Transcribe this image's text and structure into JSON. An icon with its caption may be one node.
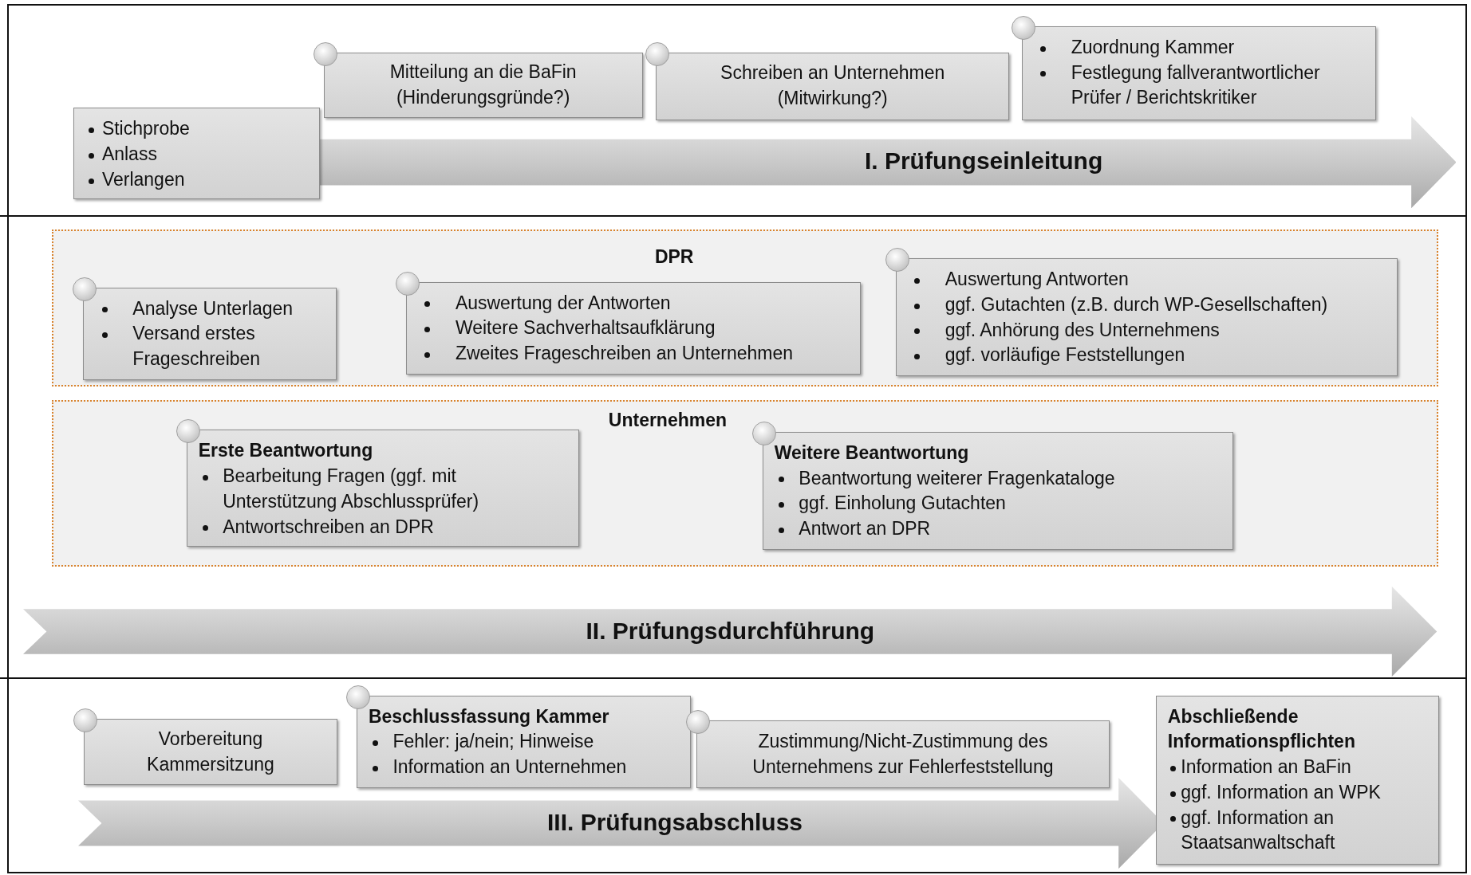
{
  "diagram": {
    "nodes": [
      {
        "text": [
          "I. Prüfungseinleitung"
        ]
      },
      {
        "text": [
          "Stichprobe",
          "Anlass",
          "Verlangen"
        ]
      },
      {
        "text": [
          "Mitteilung an die BaFin (Hinderungsgründe?)"
        ]
      },
      {
        "text": [
          "Schreiben an Unternehmen (Mitwirkung?)"
        ]
      },
      {
        "text": [
          "Zuordnung Kammer",
          "Festlegung fallverantwortlicher Prüfer / Berichtskritiker"
        ]
      },
      {
        "text": [
          "DPR"
        ]
      },
      {
        "text": [
          "Analyse Unterlagen",
          "Versand erstes Frageschreiben"
        ],
        "in": 5
      },
      {
        "text": [
          "Auswertung der Antworten",
          "Weitere Sachverhaltsaufklärung",
          "Zweites Frageschreiben an Unternehmen"
        ],
        "in": 5
      },
      {
        "text": [
          "Auswertung Antworten",
          "ggf. Gutachten (z.B. durch WP-Gesellschaften)",
          "ggf. Anhörung des Unternehmens",
          "ggf. vorläufige Feststellungen"
        ],
        "in": 5
      },
      {
        "text": [
          "Unternehmen"
        ]
      },
      {
        "text": [
          "Erste Beantwortung",
          "Bearbeitung Fragen (ggf. mit Unterstützung Abschlussprüfer)",
          "Antwortschreiben an DPR"
        ],
        "in": 9
      },
      {
        "text": [
          "Weitere Beantwortung",
          "Beantwortung weiterer Fragenkataloge",
          "ggf. Einholung Gutachten",
          "Antwort an DPR"
        ],
        "in": 9
      },
      {
        "text": [
          "II. Prüfungsdurchführung"
        ]
      },
      {
        "text": [
          "Vorbereitung Kammersitzung"
        ]
      },
      {
        "text": [
          "Beschlussfassung Kammer",
          "Fehler: ja/nein; Hinweise",
          "Information an Unternehmen"
        ]
      },
      {
        "text": [
          "Zustimmung/Nicht-Zustimmung des Unternehmens zur Fehlerfeststellung"
        ]
      },
      {
        "text": [
          "Abschließende Informationspflichten",
          "Information an BaFin",
          "ggf. Information an WPK",
          "ggf. Information an Staatsanwaltschaft"
        ]
      },
      {
        "text": [
          "III. Prüfungsabschluss"
        ]
      }
    ]
  }
}
